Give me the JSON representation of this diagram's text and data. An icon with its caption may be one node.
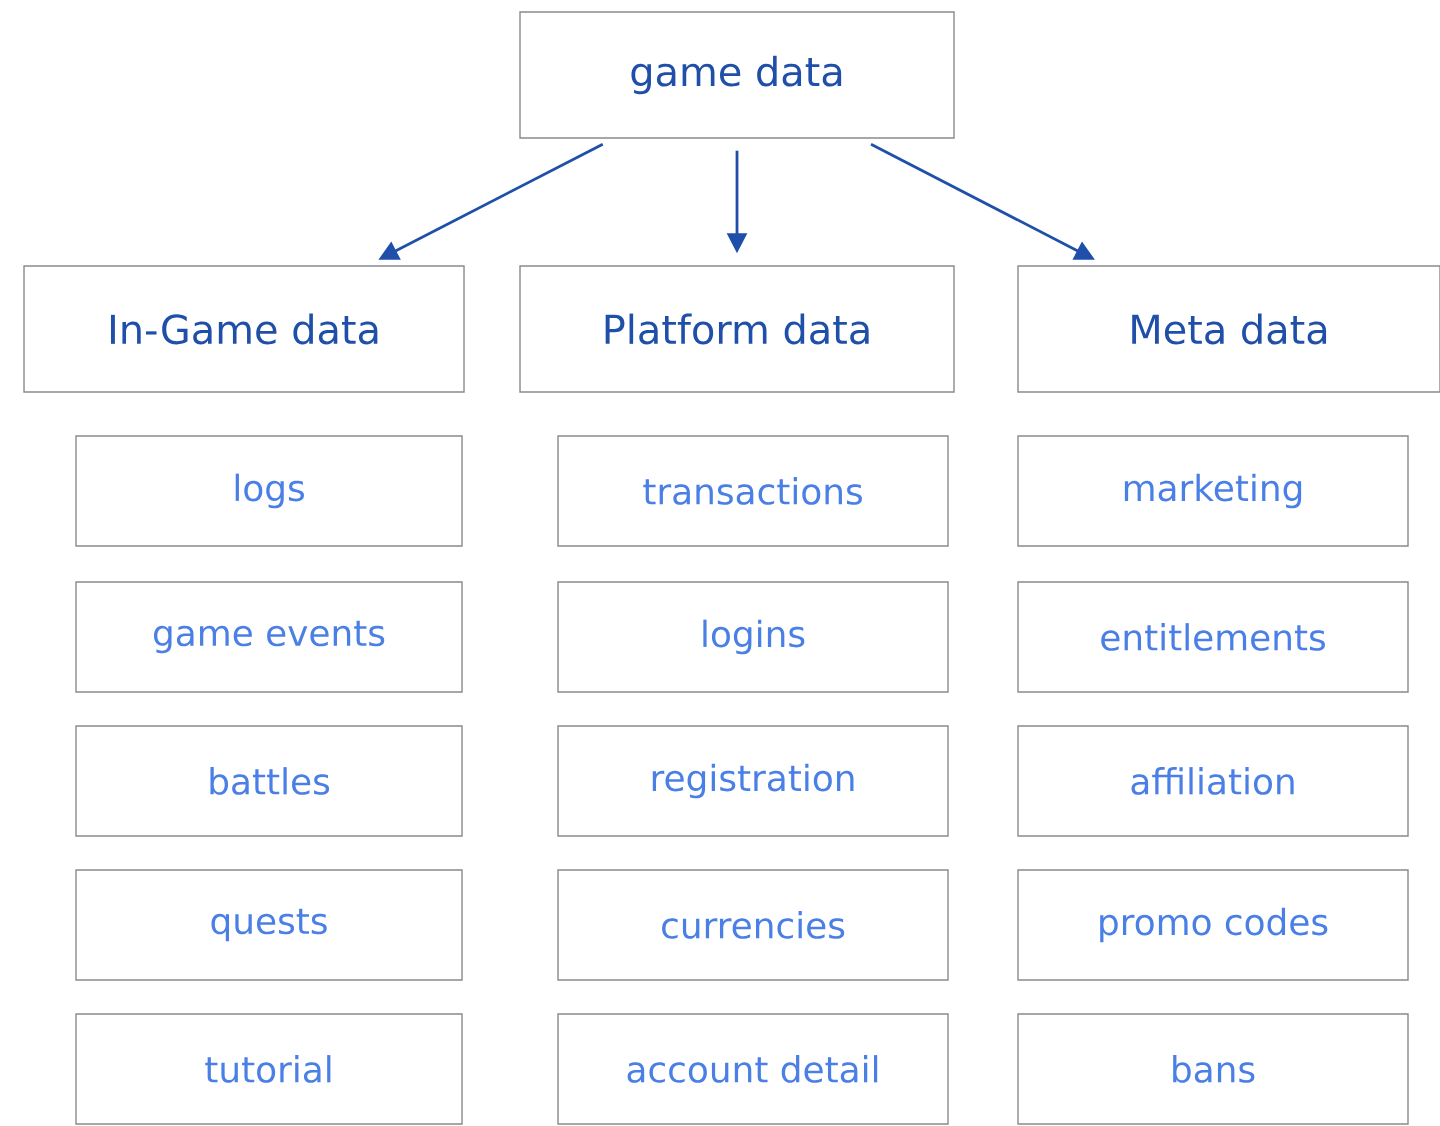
{
  "diagram": {
    "nodes": [
      {
        "text": [
          "game data"
        ]
      },
      {
        "text": [
          "In-Game data"
        ]
      },
      {
        "text": [
          "Platform data"
        ]
      },
      {
        "text": [
          "Meta data"
        ]
      },
      {
        "text": [
          "logs"
        ]
      },
      {
        "text": [
          "transactions"
        ]
      },
      {
        "text": [
          "marketing"
        ]
      },
      {
        "text": [
          "game events"
        ]
      },
      {
        "text": [
          "logins"
        ]
      },
      {
        "text": [
          "entitlements"
        ]
      },
      {
        "text": [
          "battles"
        ]
      },
      {
        "text": [
          "registration"
        ]
      },
      {
        "text": [
          "affiliation"
        ]
      },
      {
        "text": [
          "quests"
        ]
      },
      {
        "text": [
          "currencies"
        ]
      },
      {
        "text": [
          "promo codes"
        ]
      },
      {
        "text": [
          "tutorial"
        ]
      },
      {
        "text": [
          "account detail"
        ]
      },
      {
        "text": [
          "bans"
        ]
      }
    ],
    "edges": [
      {
        "from": 0,
        "to": 1,
        "arrow": "to"
      },
      {
        "from": 0,
        "to": 2,
        "arrow": "to"
      },
      {
        "from": 0,
        "to": 3,
        "arrow": "to"
      }
    ]
  }
}
